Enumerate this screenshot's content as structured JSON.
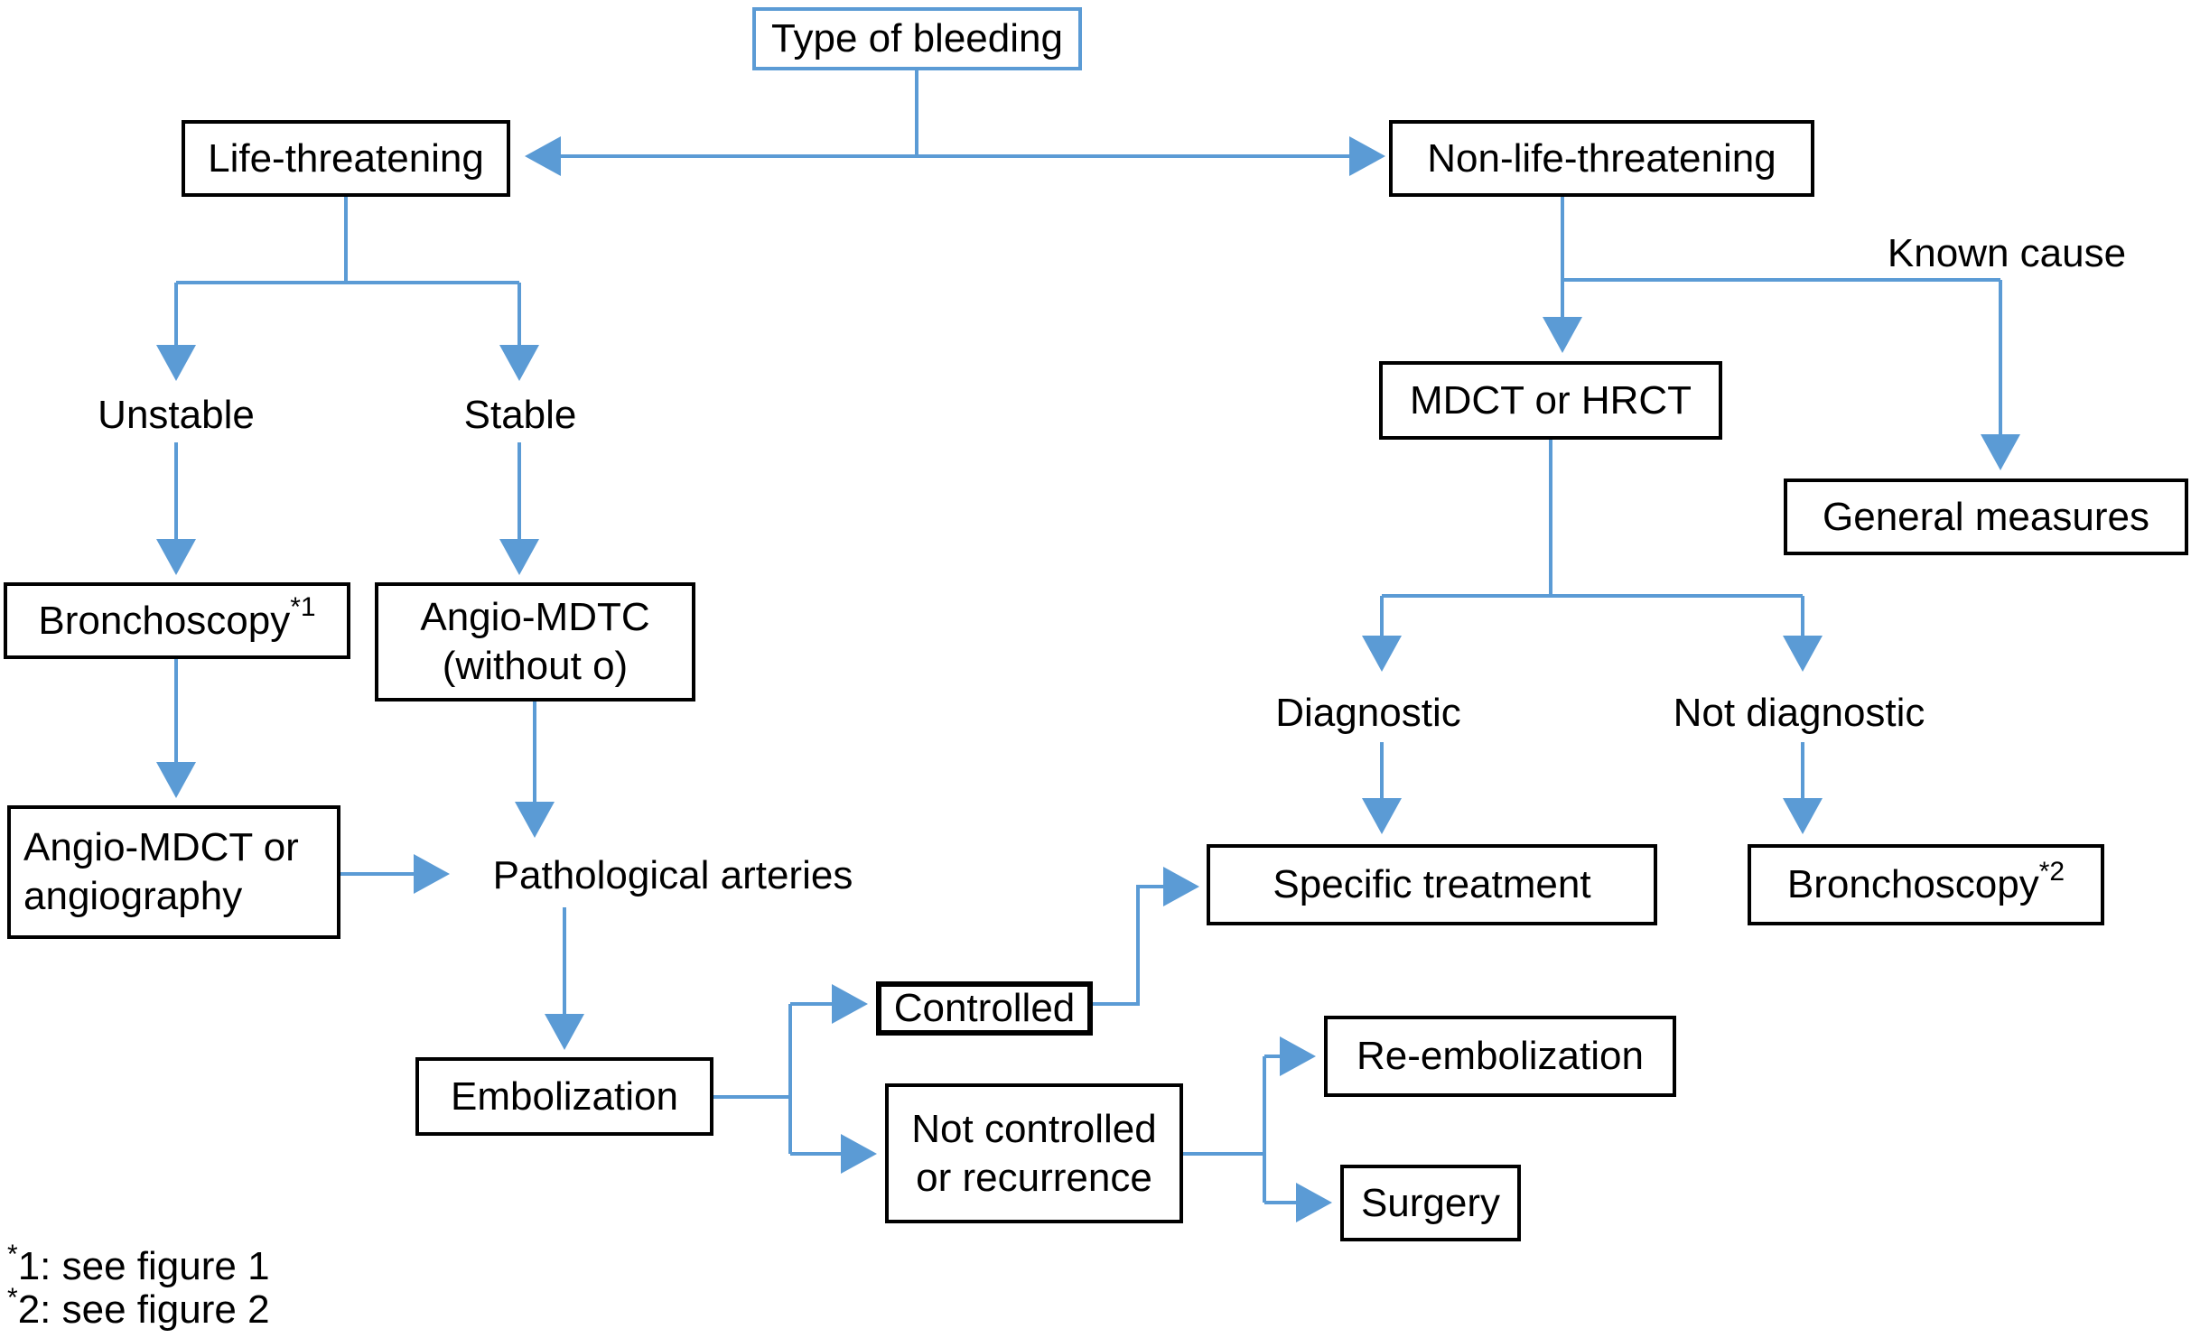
{
  "colors": {
    "arrow": "#5b9bd5",
    "box_border": "#000000",
    "root_box_border": "#5b9bd5",
    "text": "#000000",
    "background": "#ffffff"
  },
  "nodes": {
    "type_of_bleeding": {
      "label": "Type of bleeding"
    },
    "life_threatening": {
      "label": "Life-threatening"
    },
    "non_life_threatening": {
      "label": "Non-life-threatening"
    },
    "mdct_or_hrct": {
      "label": "MDCT or HRCT"
    },
    "general_measures": {
      "label": "General measures"
    },
    "bronchoscopy_1": {
      "label": "Bronchoscopy",
      "sup": "*1"
    },
    "angio_mdtc": {
      "lines": [
        "Angio-MDTC",
        "(without o)"
      ]
    },
    "angio_mdct_or_angiography": {
      "lines": [
        "Angio-MDCT or",
        "angiography"
      ]
    },
    "embolization": {
      "label": "Embolization"
    },
    "controlled": {
      "label": "Controlled"
    },
    "not_controlled": {
      "lines": [
        "Not controlled",
        "or recurrence"
      ]
    },
    "specific_treatment": {
      "label": "Specific treatment"
    },
    "bronchoscopy_2": {
      "label": "Bronchoscopy",
      "sup": "*2"
    },
    "re_embolization": {
      "label": "Re-embolization"
    },
    "surgery": {
      "label": "Surgery"
    }
  },
  "labels": {
    "known_cause": "Known cause",
    "unstable": "Unstable",
    "stable": "Stable",
    "diagnostic": "Diagnostic",
    "not_diagnostic": "Not diagnostic",
    "pathological_arteries": "Pathological arteries"
  },
  "footnotes": [
    {
      "sup": "*",
      "text": "1: see figure 1"
    },
    {
      "sup": "*",
      "text": "2: see figure 2"
    }
  ]
}
